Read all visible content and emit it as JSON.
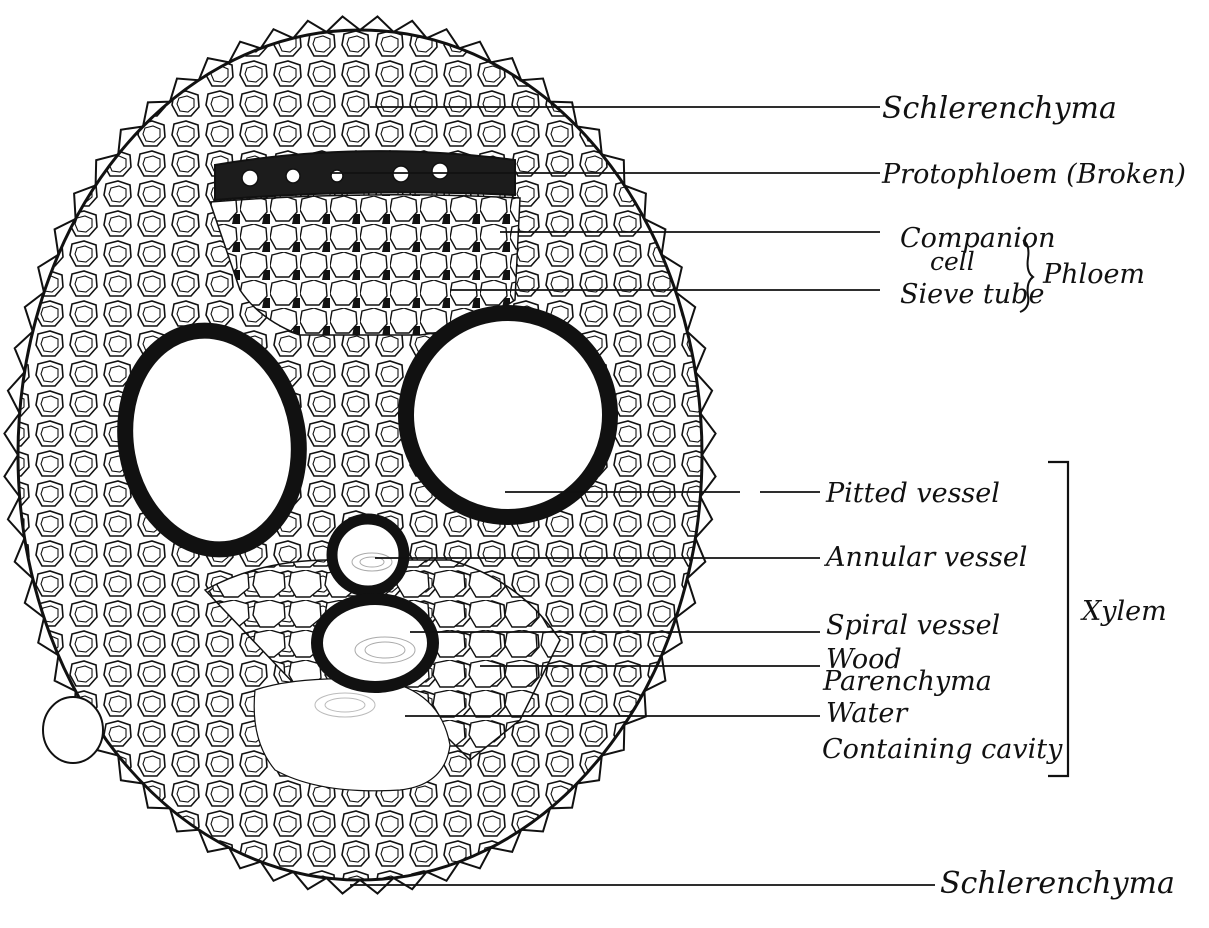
{
  "labels": {
    "sclerenchyma_top": "Schlerenchyma",
    "protophloem": "Protophloem (Broken)",
    "companion_cell_1": "Companion",
    "companion_cell_2": "cell",
    "sieve_tube": "Sieve tube",
    "phloem": "Phloem",
    "pitted_vessel": "Pitted vessel",
    "annular_vessel": "Annular vessel",
    "spiral_vessel": "Spiral vessel",
    "wood_parenchyma_1": "Wood",
    "wood_parenchyma_2": "Parenchyma",
    "water_cavity_1": "Water",
    "water_cavity_2": "Containing cavity",
    "xylem": "Xylem",
    "sclerenchyma_bottom": "Schlerenchyma"
  },
  "colors": {
    "ink": "#111111",
    "paper": "#ffffff",
    "cell_wall": "#1a1a1a"
  }
}
